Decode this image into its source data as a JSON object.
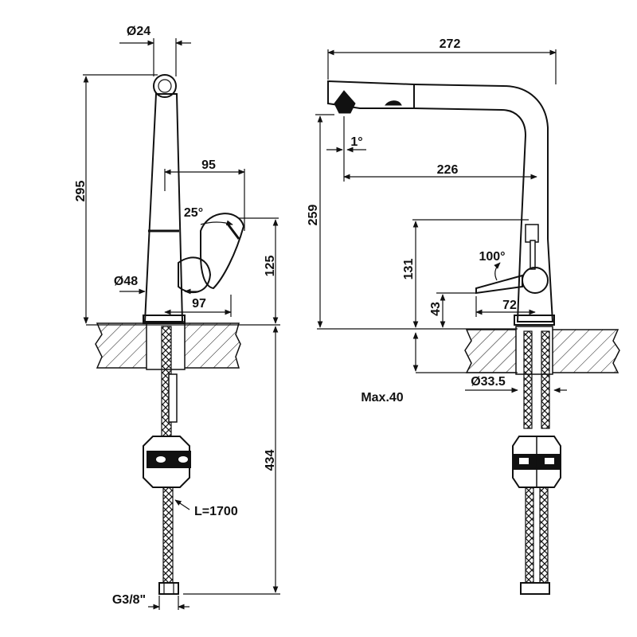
{
  "title": "Kitchen mixer tap technical drawing",
  "side_view": {
    "dim_top_diameter": "Ø24",
    "dim_height": "295",
    "dim_lever_reach": "95",
    "dim_lever_angle": "25°",
    "dim_lever_height": "125",
    "dim_base_diameter": "Ø48",
    "dim_body_to_lever": "97",
    "dim_hose_length": "434",
    "label_hose": "L=1700",
    "label_thread": "G3/8\""
  },
  "front_view": {
    "dim_width": "272",
    "dim_spout_angle": "1°",
    "dim_spout_reach": "226",
    "dim_height": "259",
    "dim_lever_height": "131",
    "dim_lever_angle": "100°",
    "dim_lever_base": "43",
    "dim_lever_length": "72",
    "dim_hole_diameter": "Ø33.5",
    "label_max_thickness": "Max.40"
  },
  "colors": {
    "line": "#111111",
    "background": "#ffffff"
  }
}
